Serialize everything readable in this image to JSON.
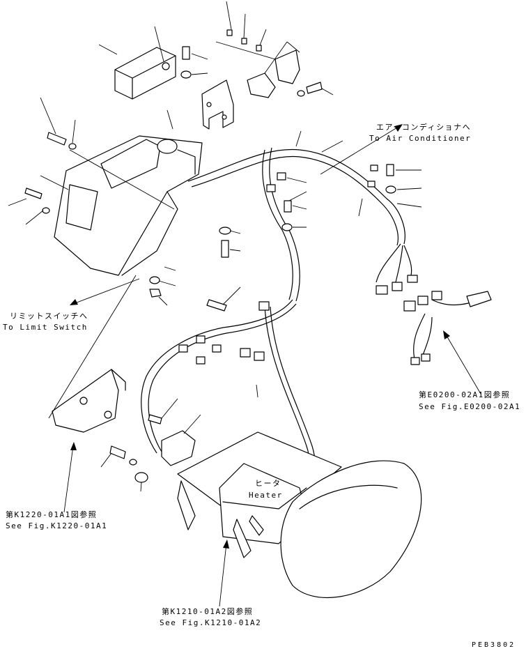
{
  "labels": {
    "air_conditioner_jp": "エアーコンディショナへ",
    "air_conditioner_en": "To Air Conditioner",
    "limit_switch_jp": "リミットスイッチへ",
    "limit_switch_en": "To Limit Switch",
    "ref_e0200_jp": "第E0200-02A1図参照",
    "ref_e0200_en": "See Fig.E0200-02A1",
    "ref_k1220_jp": "第K1220-01A1図参照",
    "ref_k1220_en": "See Fig.K1220-01A1",
    "ref_k1210_jp": "第K1210-01A2図参照",
    "ref_k1210_en": "See Fig.K1210-01A2",
    "heater_jp": "ヒータ",
    "heater_en": "Heater",
    "drawing_code": "PEB3802"
  }
}
